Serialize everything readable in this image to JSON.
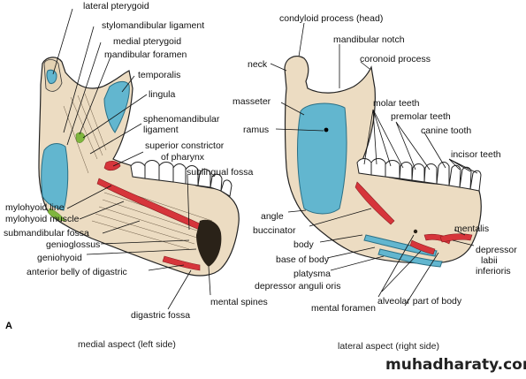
{
  "figure_letter": "A",
  "captions": {
    "medial": "medial aspect (left side)",
    "lateral": "lateral aspect (right side)"
  },
  "watermark": "muhadharaty.com",
  "medial_labels": {
    "lateral_pterygoid": "lateral pterygoid",
    "stylomandibular_ligament": "stylomandibular ligament",
    "medial_pterygoid": "medial pterygoid",
    "mandibular_foramen": "mandibular foramen",
    "temporalis": "temporalis",
    "lingula": "lingula",
    "sphenomandibular_1": "sphenomandibular",
    "sphenomandibular_2": "ligament",
    "superior_constrictor_1": "superior constrictor",
    "superior_constrictor_2": "of pharynx",
    "sublingual_fossa": "sublingual fossa",
    "mylohyoid_line": "mylohyoid line",
    "mylohyoid_muscle": "mylohyoid muscle",
    "submandibular_fossa": "submandibular fossa",
    "genioglossus": "genioglossus",
    "geniohyoid": "geniohyoid",
    "anterior_belly_digastric": "anterior belly of digastric",
    "digastric_fossa": "digastric fossa",
    "mental_spines": "mental spines"
  },
  "lateral_labels": {
    "condyloid_process": "condyloid process (head)",
    "mandibular_notch": "mandibular notch",
    "neck": "neck",
    "coronoid_process": "coronoid process",
    "masseter": "masseter",
    "ramus": "ramus",
    "molar_teeth": "molar teeth",
    "premolar_teeth": "premolar teeth",
    "canine_tooth": "canine tooth",
    "incisor_teeth": "incisor teeth",
    "angle": "angle",
    "buccinator": "buccinator",
    "body": "body",
    "base_of_body": "base of body",
    "mentalis": "mentalis",
    "platysma": "platysma",
    "depressor_labii_1": "depressor",
    "depressor_labii_2": "labii",
    "depressor_labii_3": "inferioris",
    "depressor_anguli_oris": "depressor anguli oris",
    "alveolar_part": "alveolar part of body",
    "mental_foramen": "mental foramen"
  }
}
